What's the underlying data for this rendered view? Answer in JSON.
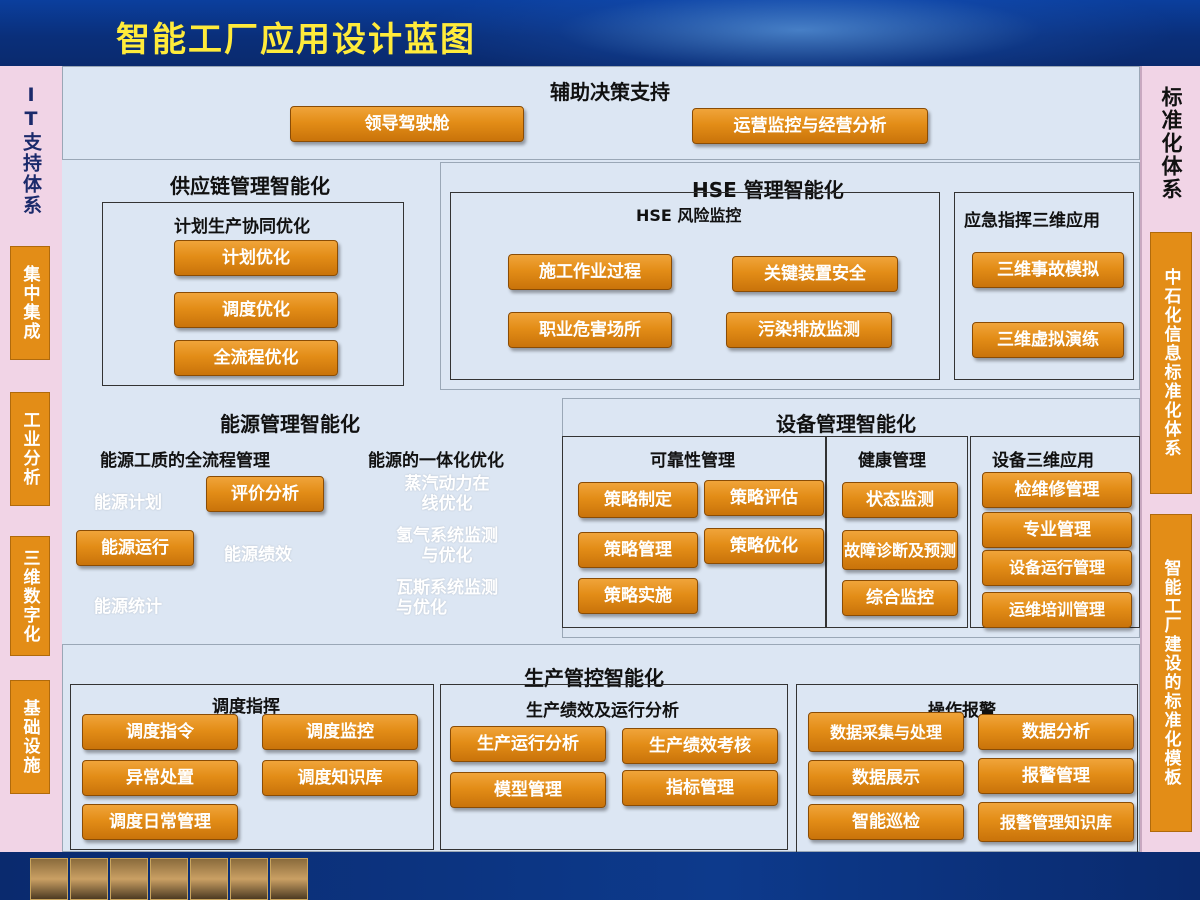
{
  "title": "智能工厂应用设计蓝图",
  "left_side": {
    "heading": "IT支持体系",
    "tabs": [
      "集中集成",
      "工业分析",
      "三维数字化",
      "基础设施"
    ]
  },
  "right_side": {
    "heading": "标准化体系",
    "tabs": [
      "中石化信息标准化体系",
      "智能工厂建设的标准化模板"
    ]
  },
  "decision": {
    "heading": "辅助决策支持",
    "buttons": [
      "领导驾驶舱",
      "运营监控与经营分析"
    ]
  },
  "supply_chain": {
    "heading": "供应链管理智能化",
    "sub": "计划生产协同优化",
    "buttons": [
      "计划优化",
      "调度优化",
      "全流程优化"
    ]
  },
  "hse": {
    "heading": "HSE 管理智能化",
    "risk_heading": "HSE 风险监控",
    "risk_buttons": [
      "施工作业过程",
      "关键装置安全",
      "职业危害场所",
      "污染排放监测"
    ],
    "emergency_heading": "应急指挥三维应用",
    "emergency_buttons": [
      "三维事故模拟",
      "三维虚拟演练"
    ]
  },
  "energy": {
    "heading": "能源管理智能化",
    "sub1": "能源工质的全流程管理",
    "sub2": "能源的一体化优化",
    "items": [
      "能源计划",
      "评价分析",
      "能源运行",
      "能源绩效",
      "能源统计"
    ],
    "opt_items": [
      "蒸汽动力在线优化",
      "氢气系统监测与优化",
      "瓦斯系统监测与优化"
    ]
  },
  "equipment": {
    "heading": "设备管理智能化",
    "reliability_heading": "可靠性管理",
    "reliability_buttons": [
      "策略制定",
      "策略评估",
      "策略管理",
      "策略优化",
      "策略实施"
    ],
    "health_heading": "健康管理",
    "health_buttons": [
      "状态监测",
      "故障诊断及预测",
      "综合监控"
    ],
    "threed_heading": "设备三维应用",
    "threed_buttons": [
      "检维修管理",
      "专业管理",
      "设备运行管理",
      "运维培训管理"
    ]
  },
  "production": {
    "heading": "生产管控智能化",
    "dispatch_heading": "调度指挥",
    "dispatch_buttons": [
      "调度指令",
      "调度监控",
      "异常处置",
      "调度知识库",
      "调度日常管理"
    ],
    "perf_heading": "生产绩效及运行分析",
    "perf_buttons": [
      "生产运行分析",
      "生产绩效考核",
      "模型管理",
      "指标管理"
    ],
    "alarm_heading": "操作报警",
    "alarm_buttons": [
      "数据采集与处理",
      "数据分析",
      "数据展示",
      "报警管理",
      "智能巡检",
      "报警管理知识库"
    ]
  },
  "colors": {
    "button": "#e38d17",
    "panel": "#dce6f3",
    "side": "#f1d4e6",
    "title": "#ffeb3b"
  }
}
